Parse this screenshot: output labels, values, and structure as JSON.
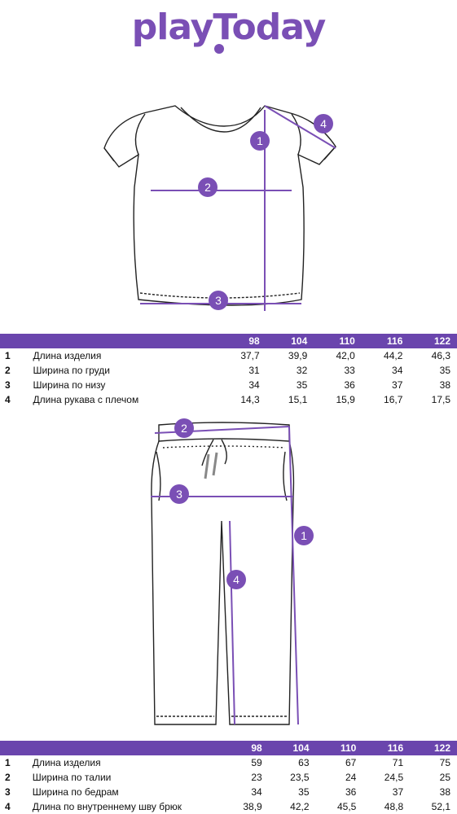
{
  "brand": {
    "logo_text": "playToday",
    "color": "#7a4fb5"
  },
  "tshirt": {
    "marks": [
      "1",
      "2",
      "3",
      "4"
    ],
    "table": {
      "sizes": [
        "98",
        "104",
        "110",
        "116",
        "122"
      ],
      "rows": [
        {
          "num": "1",
          "label": "Длина изделия",
          "values": [
            "37,7",
            "39,9",
            "42,0",
            "44,2",
            "46,3"
          ]
        },
        {
          "num": "2",
          "label": "Ширина по груди",
          "values": [
            "31",
            "32",
            "33",
            "34",
            "35"
          ]
        },
        {
          "num": "3",
          "label": "Ширина по низу",
          "values": [
            "34",
            "35",
            "36",
            "37",
            "38"
          ]
        },
        {
          "num": "4",
          "label": "Длина рукава с плечом",
          "values": [
            "14,3",
            "15,1",
            "15,9",
            "16,7",
            "17,5"
          ]
        }
      ]
    }
  },
  "pants": {
    "marks": [
      "2",
      "3",
      "1",
      "4"
    ],
    "table": {
      "sizes": [
        "98",
        "104",
        "110",
        "116",
        "122"
      ],
      "rows": [
        {
          "num": "1",
          "label": "Длина изделия",
          "values": [
            "59",
            "63",
            "67",
            "71",
            "75"
          ]
        },
        {
          "num": "2",
          "label": "Ширина по талии",
          "values": [
            "23",
            "23,5",
            "24",
            "24,5",
            "25"
          ]
        },
        {
          "num": "3",
          "label": "Ширина по бедрам",
          "values": [
            "34",
            "35",
            "36",
            "37",
            "38"
          ]
        },
        {
          "num": "4",
          "label": "Длина по внутреннему шву брюк",
          "values": [
            "38,9",
            "42,2",
            "45,5",
            "48,8",
            "52,1"
          ]
        }
      ]
    }
  },
  "colors": {
    "accent": "#7a4fb5",
    "header": "#6a45ad",
    "line": "#222222"
  }
}
